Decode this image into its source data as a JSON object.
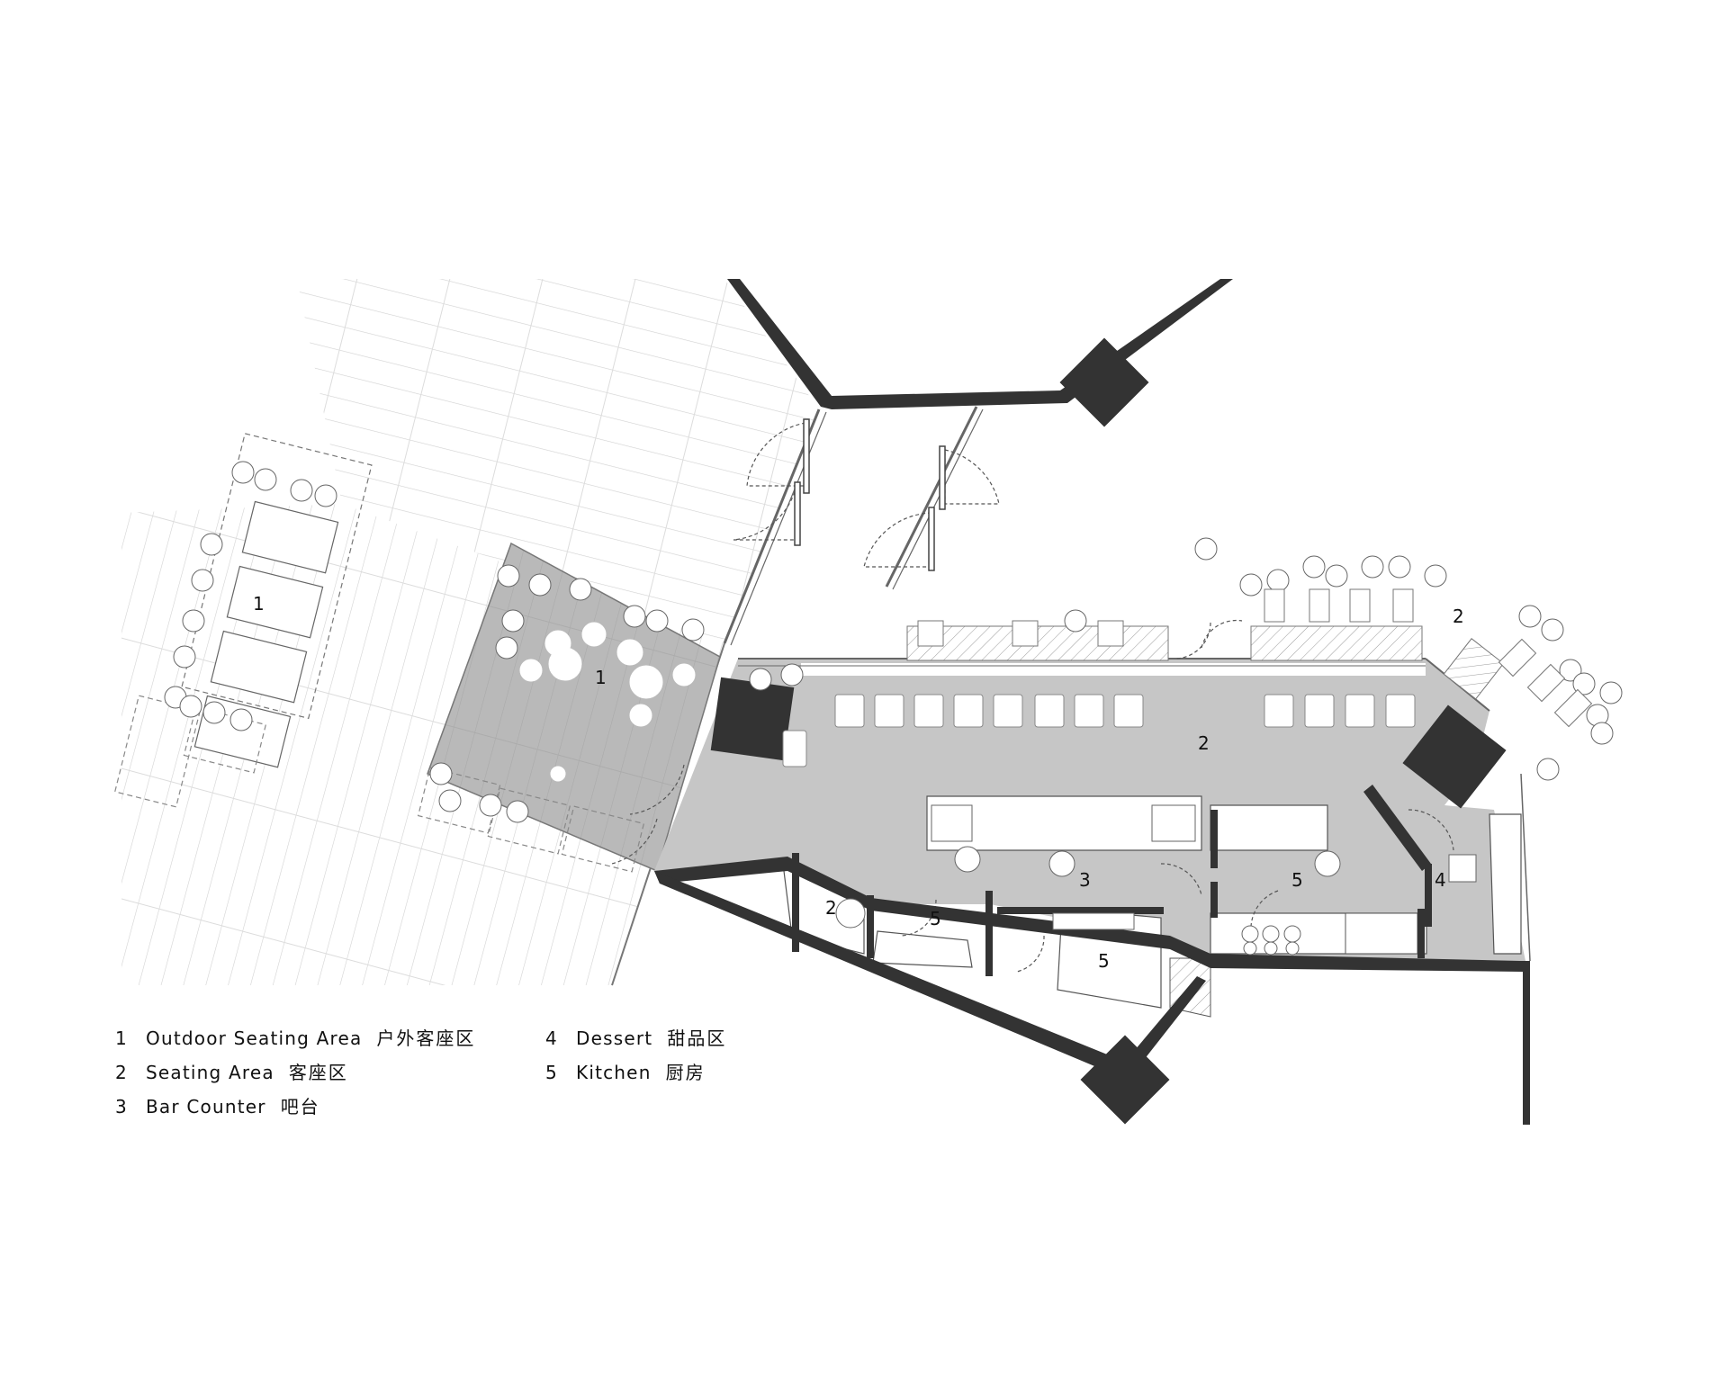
{
  "room_labels": [
    {
      "number": "1",
      "area": "outdoor-seating"
    },
    {
      "number": "1",
      "area": "outdoor-seating"
    },
    {
      "number": "2",
      "area": "seating"
    },
    {
      "number": "2",
      "area": "seating"
    },
    {
      "number": "2",
      "area": "seating"
    },
    {
      "number": "3",
      "area": "bar-counter"
    },
    {
      "number": "4",
      "area": "dessert"
    },
    {
      "number": "5",
      "area": "kitchen"
    },
    {
      "number": "5",
      "area": "kitchen"
    },
    {
      "number": "5",
      "area": "kitchen"
    }
  ],
  "legend": [
    {
      "number": "1",
      "label": "Outdoor Seating Area",
      "label_zh": "户外客座区"
    },
    {
      "number": "2",
      "label": "Seating Area",
      "label_zh": "客座区"
    },
    {
      "number": "3",
      "label": "Bar Counter",
      "label_zh": "吧台"
    },
    {
      "number": "4",
      "label": "Dessert",
      "label_zh": "甜品区"
    },
    {
      "number": "5",
      "label": "Kitchen",
      "label_zh": "厨房"
    }
  ],
  "colors": {
    "wall": "#333333",
    "floor_interior": "#c6c6c6",
    "floor_outdoor": "#b9b9b9",
    "decking_lines": "#cfcfcf",
    "furniture": "#ffffff"
  }
}
